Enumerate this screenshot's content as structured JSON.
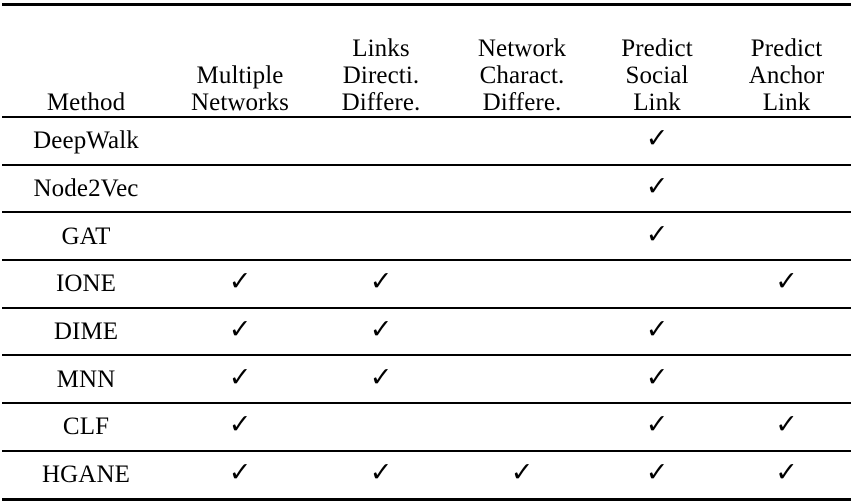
{
  "table": {
    "columns": [
      {
        "key": "method",
        "label_lines": [
          "Method"
        ]
      },
      {
        "key": "multiple_networks",
        "label_lines": [
          "Multiple",
          "Networks"
        ]
      },
      {
        "key": "links_direction_difference",
        "label_lines": [
          "Links",
          "Directi.",
          "Differe."
        ]
      },
      {
        "key": "network_characteristic_difference",
        "label_lines": [
          "Network",
          "Charact.",
          "Differe."
        ]
      },
      {
        "key": "predict_social_link",
        "label_lines": [
          "Predict",
          "Social",
          "Link"
        ]
      },
      {
        "key": "predict_anchor_link",
        "label_lines": [
          "Predict",
          "Anchor",
          "Link"
        ]
      }
    ],
    "check_glyph": "✓",
    "rows": [
      {
        "method": "DeepWalk",
        "flags": [
          false,
          false,
          false,
          true,
          false
        ]
      },
      {
        "method": "Node2Vec",
        "flags": [
          false,
          false,
          false,
          true,
          false
        ]
      },
      {
        "method": "GAT",
        "flags": [
          false,
          false,
          false,
          true,
          false
        ]
      },
      {
        "method": "IONE",
        "flags": [
          true,
          true,
          false,
          false,
          true
        ]
      },
      {
        "method": "DIME",
        "flags": [
          true,
          true,
          false,
          true,
          false
        ]
      },
      {
        "method": "MNN",
        "flags": [
          true,
          true,
          false,
          true,
          false
        ]
      },
      {
        "method": "CLF",
        "flags": [
          true,
          false,
          false,
          true,
          true
        ]
      },
      {
        "method": "HGANE",
        "flags": [
          true,
          true,
          true,
          true,
          true
        ]
      }
    ]
  },
  "style": {
    "text_color": "#000000",
    "rule_color": "#000000",
    "background": "#ffffff"
  }
}
